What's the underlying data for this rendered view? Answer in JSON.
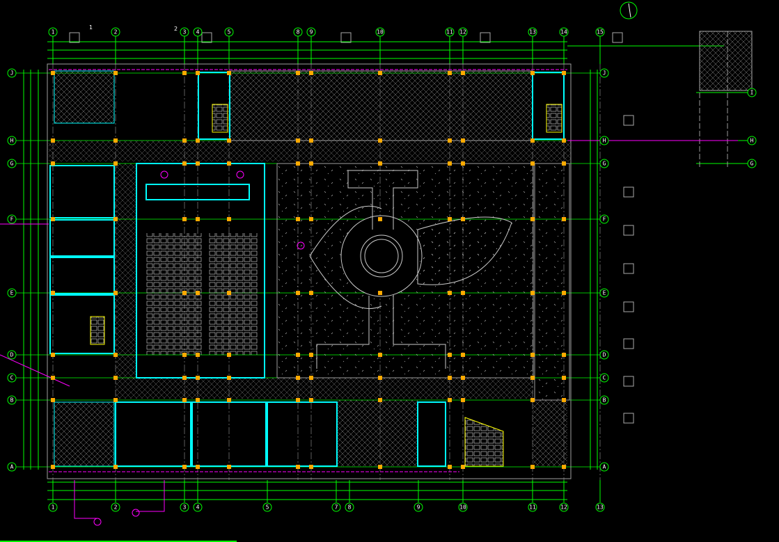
{
  "drawing": {
    "type": "floor-plan",
    "colors": {
      "background": "#000000",
      "grid": "#00ff00",
      "walls": "#00ffff",
      "columns": "#ffff00",
      "annotation": "#ff00ff",
      "outline": "#a0a0a0",
      "text": "#ffffff"
    },
    "axes_top": [
      "1",
      "2",
      "3",
      "4",
      "5",
      "8",
      "9",
      "10",
      "11",
      "12",
      "13",
      "14",
      "15"
    ],
    "axes_bottom": [
      "1",
      "2",
      "3",
      "4",
      "5",
      "7",
      "8",
      "9",
      "10",
      "11",
      "12",
      "13"
    ],
    "axes_left": [
      "J",
      "H",
      "G",
      "F",
      "E",
      "D",
      "C",
      "B",
      "A"
    ],
    "axes_right": [
      "J",
      "H",
      "G",
      "F",
      "E",
      "D",
      "C",
      "B",
      "A"
    ],
    "detail_axes": [
      "I",
      "H",
      "G"
    ],
    "section_marks": [
      "1",
      "2"
    ]
  }
}
